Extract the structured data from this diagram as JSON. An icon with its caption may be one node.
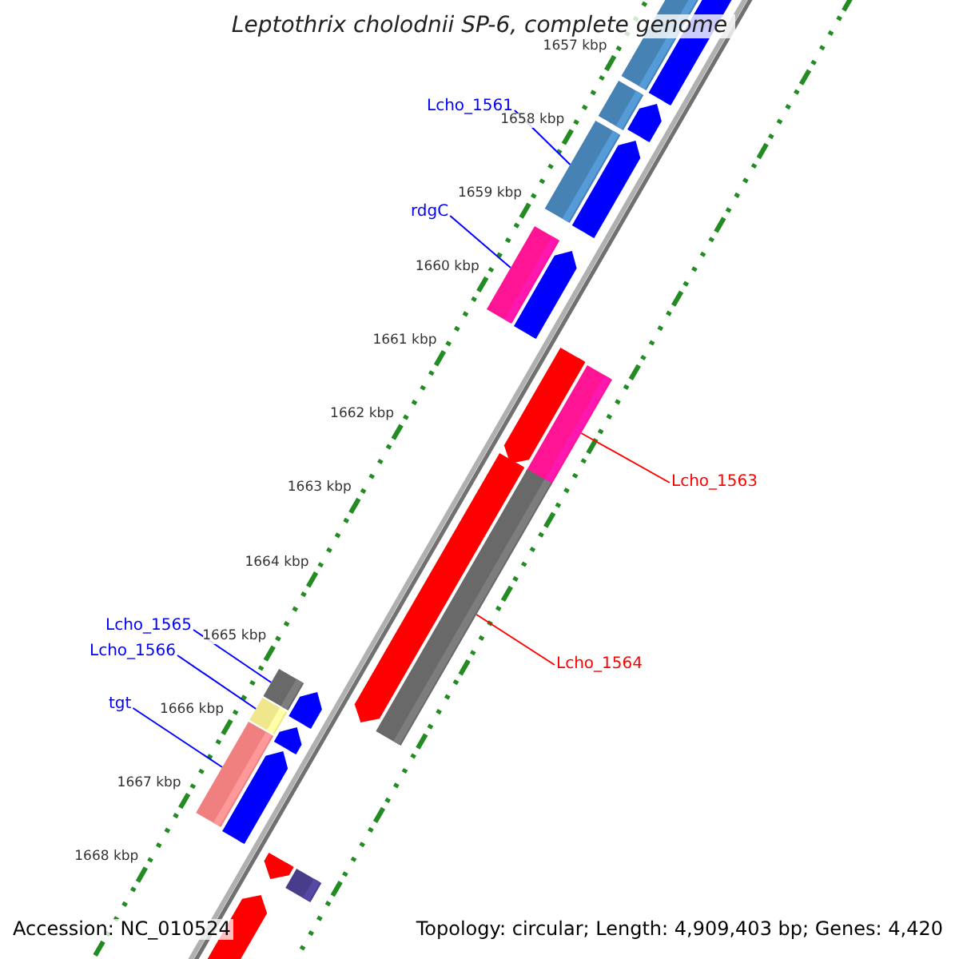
{
  "diagram": {
    "title": "Leptothrix cholodnii SP-6, complete genome",
    "nodes": [
      {
        "text": [
          "Lcho_1561"
        ]
      },
      {
        "text": [],
        "shape": "bar"
      },
      {
        "text": [
          "rdgC"
        ]
      },
      {
        "text": [],
        "shape": "bar"
      },
      {
        "text": [
          "Lcho_1563"
        ]
      },
      {
        "text": [],
        "shape": "bar"
      },
      {
        "text": [
          "Lcho_1564"
        ]
      },
      {
        "text": [],
        "shape": "bar"
      },
      {
        "text": [
          "Lcho_1565"
        ]
      },
      {
        "text": [],
        "shape": "bar"
      },
      {
        "text": [
          "Lcho_1566"
        ]
      },
      {
        "text": [],
        "shape": "bar"
      },
      {
        "text": [
          "tgt"
        ]
      },
      {
        "text": [],
        "shape": "bar"
      }
    ],
    "edges": [
      {
        "from": 0,
        "to": 1,
        "arrow": "none"
      },
      {
        "from": 2,
        "to": 3,
        "arrow": "none"
      },
      {
        "from": 4,
        "to": 5,
        "arrow": "none",
        "color": "#ff0000"
      },
      {
        "from": 6,
        "to": 7,
        "arrow": "none",
        "color": "#ff0000"
      },
      {
        "from": 8,
        "to": 9,
        "arrow": "none"
      },
      {
        "from": 10,
        "to": 11,
        "arrow": "none"
      },
      {
        "from": 12,
        "to": 13,
        "arrow": "none"
      }
    ],
    "labels": [
      "1657 kbp",
      "1658 kbp",
      "1659 kbp",
      "1660 kbp",
      "1661 kbp",
      "1662 kbp",
      "1663 kbp",
      "1664 kbp",
      "1665 kbp",
      "1666 kbp",
      "1667 kbp",
      "1668 kbp",
      "Accession: NC_010524",
      "Topology: circular; Length: 4,909,403 bp; Genes: 4,420"
    ]
  }
}
